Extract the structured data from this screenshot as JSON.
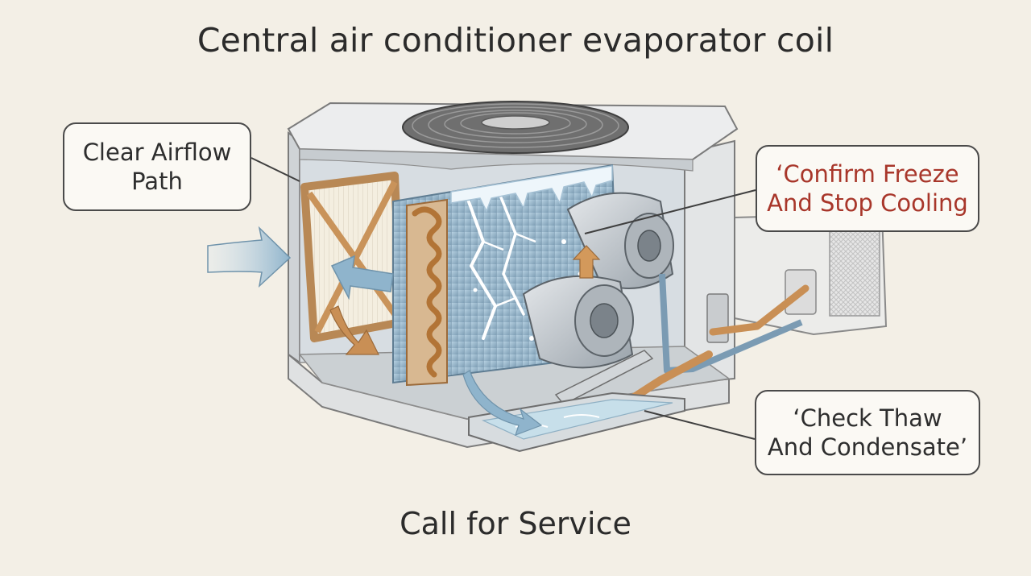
{
  "title": "Central air conditioner evaporator coil",
  "callouts": {
    "airflow": {
      "line1": "Clear Airflow",
      "line2": "Path"
    },
    "freeze": {
      "line1": "‘Confirm Freeze",
      "line2": "And Stop Cooling"
    },
    "thaw": {
      "line1": "‘Check Thaw",
      "line2": "And Condensate’"
    }
  },
  "footer": "Call for Service",
  "colors": {
    "background": "#f3efe6",
    "warning_text": "#a8362a",
    "airflow_arrow": "#8fb4cc",
    "copper": "#c98f55",
    "ice": "#cfe3ef"
  }
}
